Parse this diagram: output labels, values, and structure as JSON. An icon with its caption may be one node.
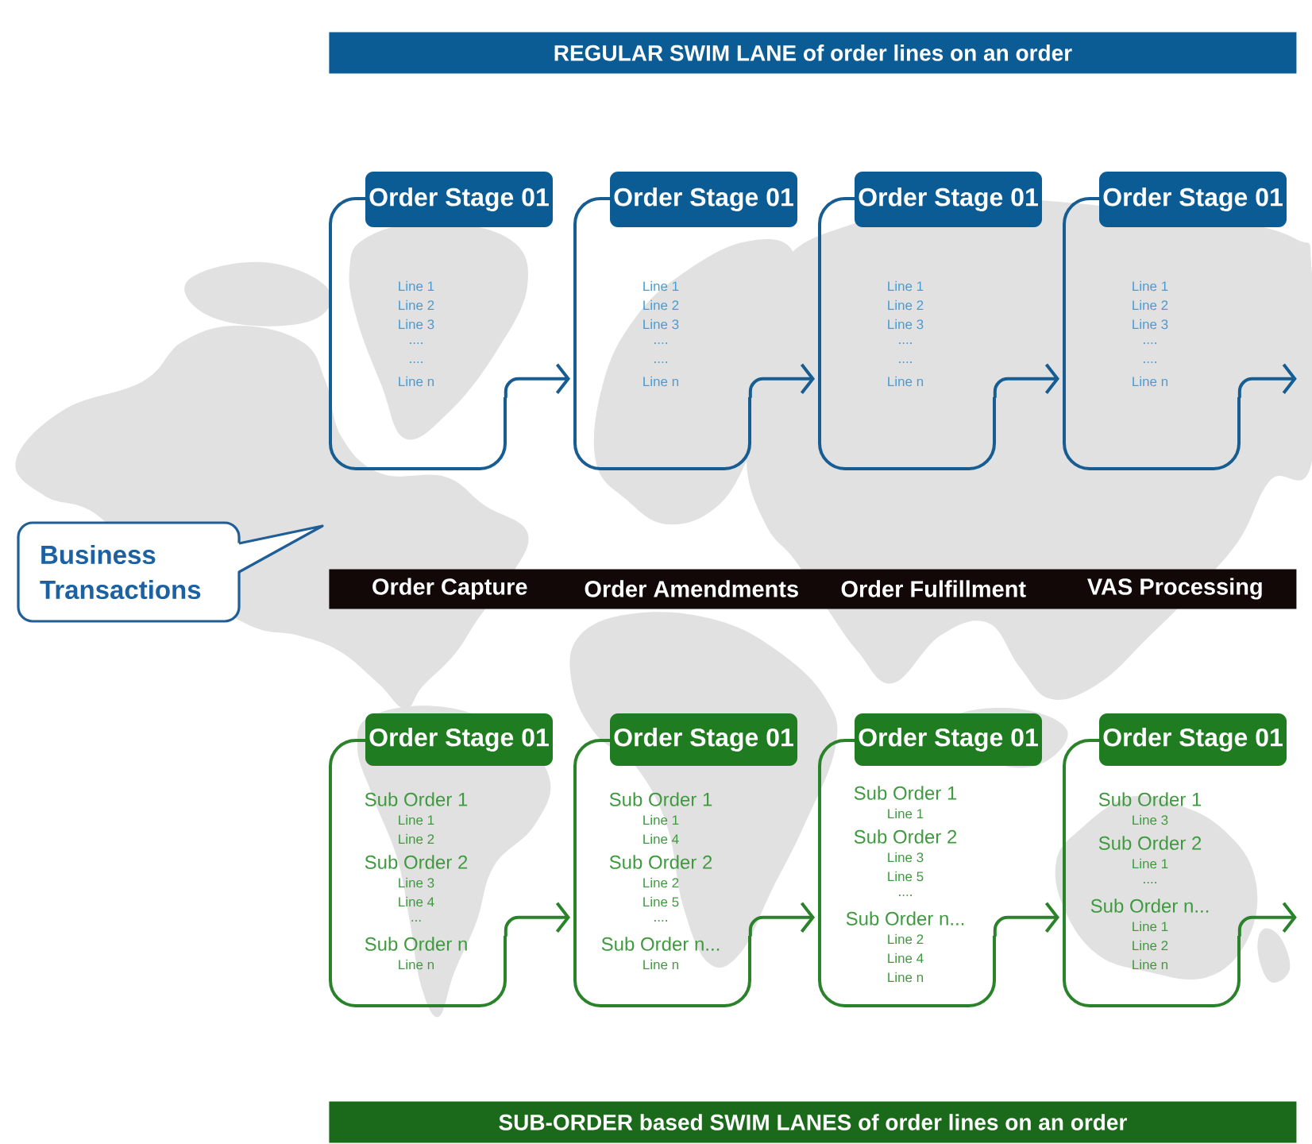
{
  "diagram": {
    "nodes": [
      {
        "text": [
          "REGULAR SWIM LANE of order lines on an order"
        ]
      },
      {
        "text": [
          "Order Stage 01",
          "Line 1",
          "Line 2",
          "Line 3",
          "....",
          "....",
          "Line n"
        ]
      },
      {
        "text": [
          "Order Stage 01",
          "Line 1",
          "Line 2",
          "Line 3",
          "....",
          "....",
          "Line n"
        ]
      },
      {
        "text": [
          "Order Stage 01",
          "Line 1",
          "Line 2",
          "Line 3",
          "....",
          "....",
          "Line n"
        ]
      },
      {
        "text": [
          "Order Stage 01",
          "Line 1",
          "Line 2",
          "Line 3",
          "....",
          "....",
          "Line n"
        ]
      },
      {
        "text": [
          "Business Transactions"
        ]
      },
      {
        "text": [
          "Order Capture",
          "Order Amendments",
          "Order Fulfillment",
          "VAS Processing"
        ]
      },
      {
        "text": [
          "Order Stage 01",
          "Sub Order 1",
          "Line 1",
          "Line 2",
          "Sub Order 2",
          "Line 3",
          "Line 4",
          "...",
          "Sub Order n",
          "Line n"
        ]
      },
      {
        "text": [
          "Order Stage 01",
          "Sub Order 1",
          "Line 1",
          "Line 4",
          "Sub Order 2",
          "Line 2",
          "Line 5",
          "....",
          "Sub Order n...",
          "Line n"
        ]
      },
      {
        "text": [
          "Order Stage 01",
          "Sub Order 1",
          "Line 1",
          "Sub Order 2",
          "Line 3",
          "Line 5",
          "....",
          "Sub Order n...",
          "Line 2",
          "Line 4",
          "Line n"
        ]
      },
      {
        "text": [
          "Order Stage 01",
          "Sub Order 1",
          "Line 3",
          "Sub Order 2",
          "Line 1",
          "....",
          "Sub Order n...",
          "Line 1",
          "Line 2",
          "Line n"
        ]
      },
      {
        "text": [
          "SUB-ORDER based SWIM LANES of order lines on an order"
        ]
      }
    ],
    "edges": [
      {
        "from": 1,
        "to": 2,
        "arrow": "to"
      },
      {
        "from": 2,
        "to": 3,
        "arrow": "to"
      },
      {
        "from": 3,
        "to": 4,
        "arrow": "to"
      },
      {
        "from": 4,
        "to": null,
        "arrow": "to"
      },
      {
        "from": 7,
        "to": 8,
        "arrow": "to",
        "color": "#2a832a"
      },
      {
        "from": 8,
        "to": 9,
        "arrow": "to",
        "color": "#2a832a"
      },
      {
        "from": 9,
        "to": 10,
        "arrow": "to",
        "color": "#2a832a"
      },
      {
        "from": 10,
        "to": null,
        "arrow": "to",
        "color": "#2a832a"
      }
    ]
  }
}
